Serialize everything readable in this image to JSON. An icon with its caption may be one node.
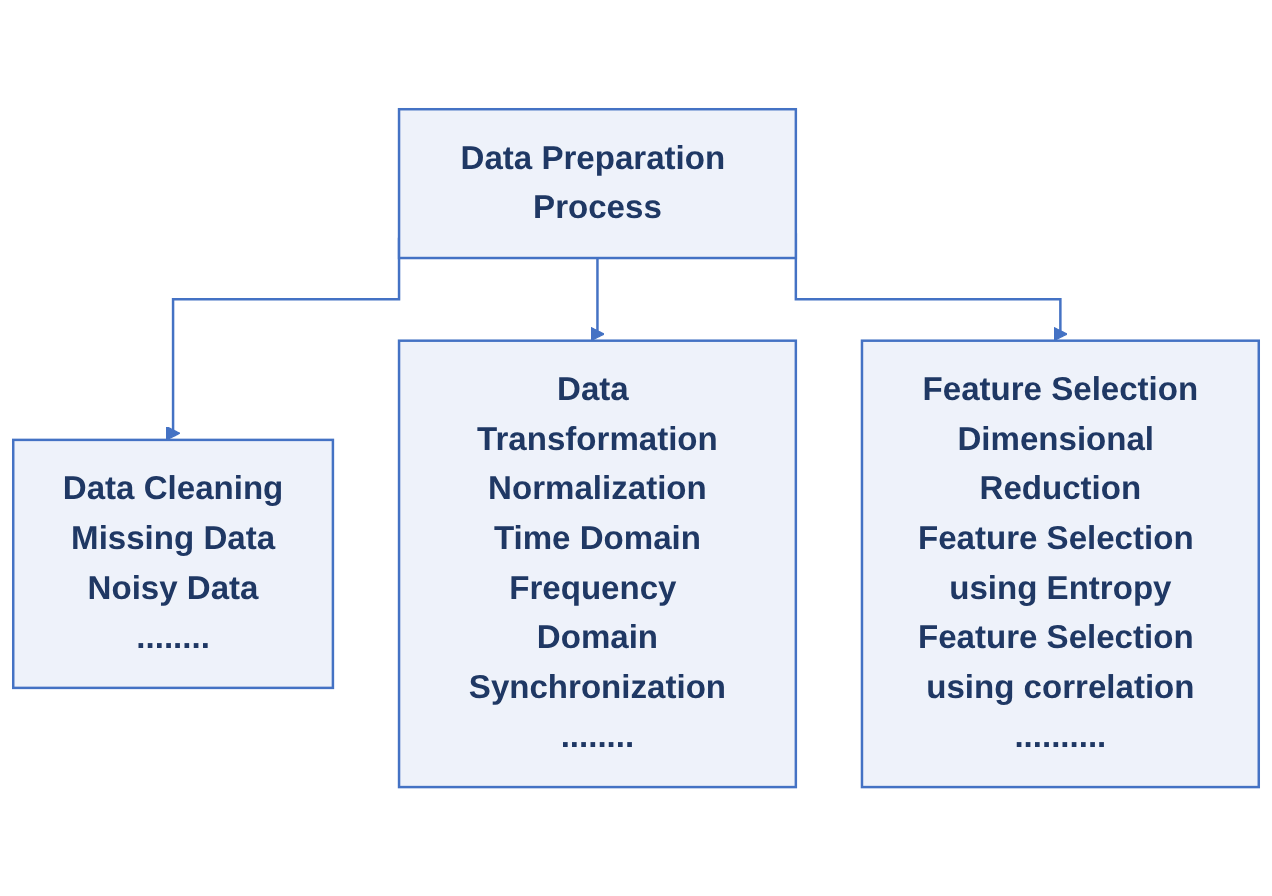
{
  "diagram": {
    "nodes": [
      {
        "text": [
          "Data Preparation Process"
        ]
      },
      {
        "text": [
          "Data Cleaning",
          "Missing Data",
          "Noisy Data",
          "........"
        ]
      },
      {
        "text": [
          "Data Transformation",
          "Normalization",
          "Time Domain",
          "Frequency Domain",
          "Synchronization",
          "........"
        ]
      },
      {
        "text": [
          "Feature Selection",
          "Dimensional Reduction",
          "Feature Selection using Entropy",
          "Feature Selection using correlation",
          ".........."
        ]
      }
    ],
    "edges": [
      {
        "from": 0,
        "to": 1,
        "arrow": "to"
      },
      {
        "from": 0,
        "to": 2,
        "arrow": "to"
      },
      {
        "from": 0,
        "to": 3,
        "arrow": "to"
      }
    ]
  }
}
